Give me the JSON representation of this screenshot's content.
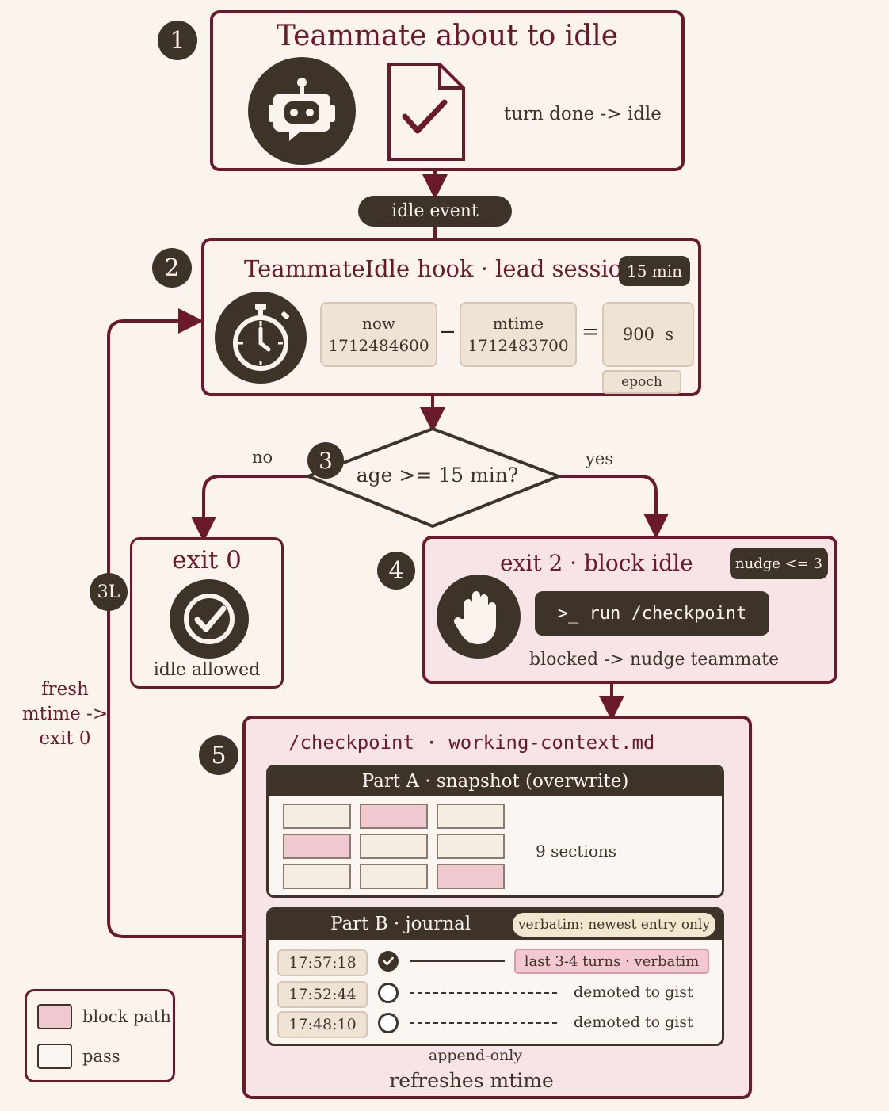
{
  "step1": {
    "number": "1",
    "title": "Teammate about to idle",
    "note": "turn done -> idle"
  },
  "event_pill": "idle event",
  "step2": {
    "number": "2",
    "title": "TeammateIdle hook · lead session",
    "badge": "15 min",
    "now_label": "now",
    "now_value": "1712484600",
    "minus": "−",
    "mtime_label": "mtime",
    "mtime_value": "1712483700",
    "equals": "=",
    "result": "900  s",
    "unit_tag": "epoch"
  },
  "step3": {
    "number": "3",
    "question": "age >= 15 min?",
    "no_label": "no",
    "yes_label": "yes"
  },
  "exit0": {
    "title": "exit 0",
    "caption": "idle allowed"
  },
  "loop": {
    "tag": "3L",
    "text_line1": "fresh",
    "text_line2": "mtime ->",
    "text_line3": "exit 0"
  },
  "step4": {
    "number": "4",
    "title": "exit 2 · block idle",
    "badge": "nudge <= 3",
    "command": ">_ run /checkpoint",
    "caption": "blocked -> nudge teammate"
  },
  "step5": {
    "number": "5",
    "title": "/checkpoint · working-context.md",
    "partA": {
      "header": "Part A · snapshot (overwrite)",
      "note": "9 sections"
    },
    "partB": {
      "header": "Part B · journal",
      "badge": "verbatim: newest entry only",
      "rows": [
        {
          "time": "17:57:18",
          "status": "done",
          "label": "last 3-4 turns · verbatim"
        },
        {
          "time": "17:52:44",
          "status": "open",
          "label": "demoted to gist"
        },
        {
          "time": "17:48:10",
          "status": "open",
          "label": "demoted to gist"
        }
      ]
    },
    "footer1": "append-only",
    "footer2": "refreshes mtime"
  },
  "legend": {
    "block": "block path",
    "pass": "pass"
  },
  "colors": {
    "accent": "#6b1a2c",
    "dark": "#3d3329",
    "pink": "#f0c8d0",
    "background": "#fbf4ee"
  }
}
